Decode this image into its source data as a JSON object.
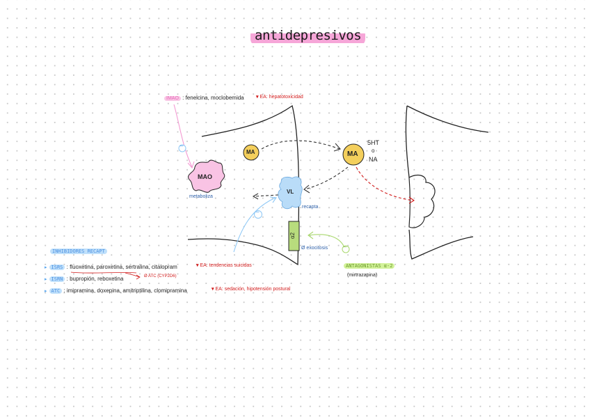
{
  "title": "antidepresivos",
  "imao": {
    "label": "IMAO",
    "drugs": "fenelcina, moclobemida",
    "effect_prefix": "EA:",
    "effect": "hepatotoxicidad"
  },
  "mao": {
    "label": "MAO",
    "caption": "metaboliza"
  },
  "synapse": {
    "ma_left": "MA",
    "ma_right": "MA",
    "neurotransmitters": [
      "5HT",
      "o",
      "NA"
    ],
    "vl": "VL",
    "recapta": "recapta",
    "alpha2": "α2",
    "exocitosis": "Ø exocitosis"
  },
  "antagonistas": {
    "label": "ANTAGONISTAS α-2",
    "drug": "(mirtrazapina)"
  },
  "inhibidores": {
    "heading": "INHIBIDORES RECAPT",
    "rows": [
      {
        "cls": "ISRS",
        "drugs": "fluoxetina, paroxetina, sertralina, citalopram",
        "effect_prefix": "EA:",
        "effect": "tendencias suicidas",
        "note": "Ø ATC (CYP2D6)"
      },
      {
        "cls": "ISRN",
        "drugs": "bupropión, reboxetina"
      },
      {
        "cls": "ATC",
        "drugs": "imipramina, doxepina, amitriptilina, clomipramina",
        "effect_prefix": "EA:",
        "effect": "sedación, hipotensión postural"
      }
    ]
  },
  "symbols": {
    "inhibit": "−"
  },
  "colors": {
    "pink": "#f6a6d8",
    "blue": "#8ec8f6",
    "green": "#a9d86e",
    "yellow": "#f4cf5c",
    "red": "#d21b1b"
  }
}
